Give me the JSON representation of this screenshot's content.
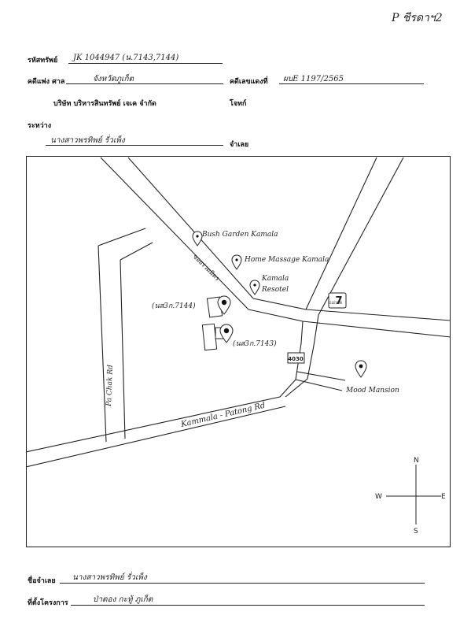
{
  "corner_note": "P ชีรดาฯ2",
  "header": {
    "asset_code_label": "รหัสทรัพย์",
    "asset_code_value": "JK 1044947 (น.7143,7144)",
    "court_label": "คดีแพ่ง ศาล",
    "court_value": "จังหวัดภูเก็ต",
    "case_number_label": "คดีเลขแดงที่",
    "case_number_value": "ผบE 1197/2565",
    "plaintiff_name": "บริษัท บริหารสินทรัพย์ เจเค จำกัด",
    "plaintiff_label": "โจทก์",
    "between_label": "ระหว่าง",
    "defendant_value": "นางสาวพรทิพย์ รั่วเพ็ง",
    "defendant_label": "จำเลย"
  },
  "map": {
    "labels": {
      "bush_garden": "Bush Garden Kamala",
      "home_massage": "Home Massage Kamala",
      "kamala_resort_line1": "Kamala",
      "kamala_resort_line2": "Resotel",
      "plot_7144": "(นส3ก.7144)",
      "plot_7143": "(นส3ก.7143)",
      "soi_name": "ซอยร่วมมิตร",
      "road_4030": "4030",
      "seven_eleven_top": "7",
      "seven_eleven_sub": "ELEVEN",
      "mood_mansion": "Mood Mansion",
      "pa_chak_road": "Pa Chak Rd",
      "kamala_patong_road": "Kammala - Patong Rd"
    },
    "compass": {
      "n": "N",
      "s": "S",
      "e": "E",
      "w": "W"
    }
  },
  "footer": {
    "defendant_label": "ชื่อจำเลย",
    "defendant_value": "นางสาวพรทิพย์ รั่วเพ็ง",
    "project_location_label": "ที่ตั้งโครงการ",
    "project_location_value": "ป่าตอง กะทู้ ภูเก็ต"
  }
}
